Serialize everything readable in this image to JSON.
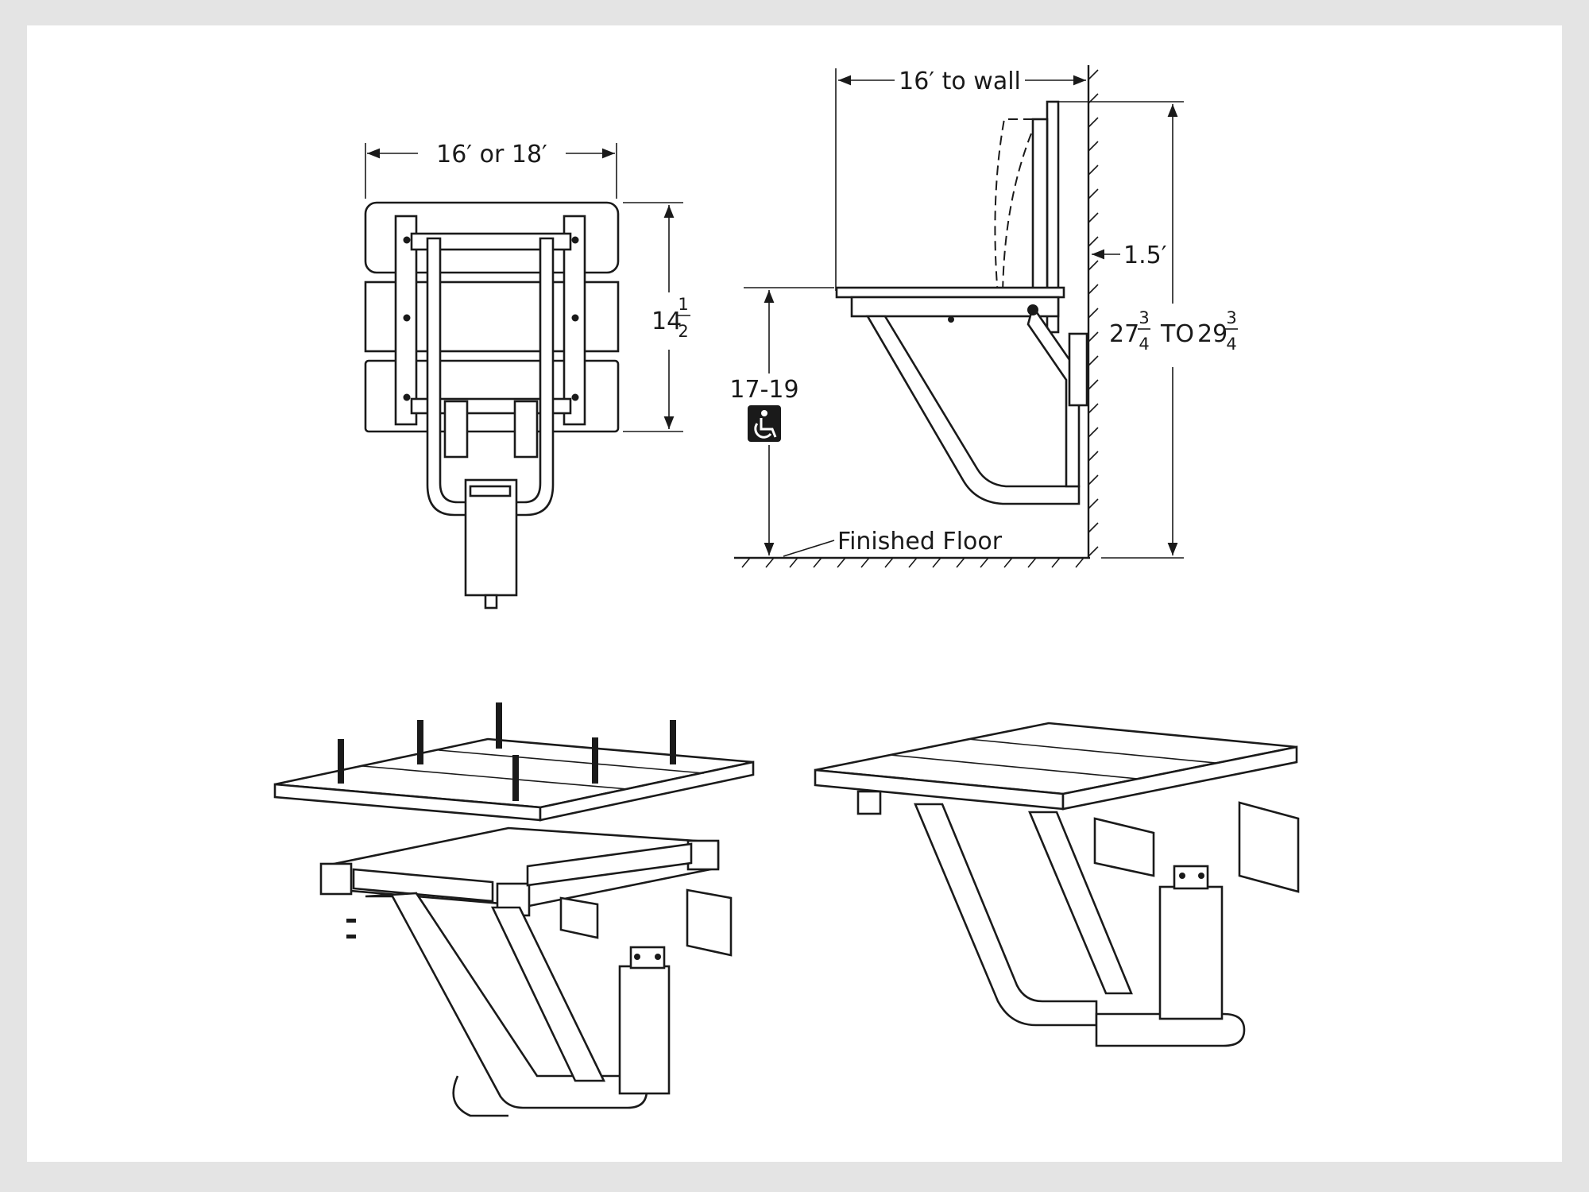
{
  "front_view": {
    "width_label": "16′ or 18′",
    "depth_whole": "14",
    "depth_num": "1",
    "depth_den": "2"
  },
  "side_view": {
    "to_wall_label": "16′ to wall",
    "wall_gap_label": "1.5′",
    "seat_height_label": "17-19",
    "floor_label": "Finished Floor",
    "total_height": {
      "from_whole": "27",
      "from_num": "3",
      "from_den": "4",
      "to_word": "TO",
      "to_whole": "29",
      "to_num": "3",
      "to_den": "4"
    }
  },
  "icons": [
    "wheelchair-accessibility-icon"
  ]
}
